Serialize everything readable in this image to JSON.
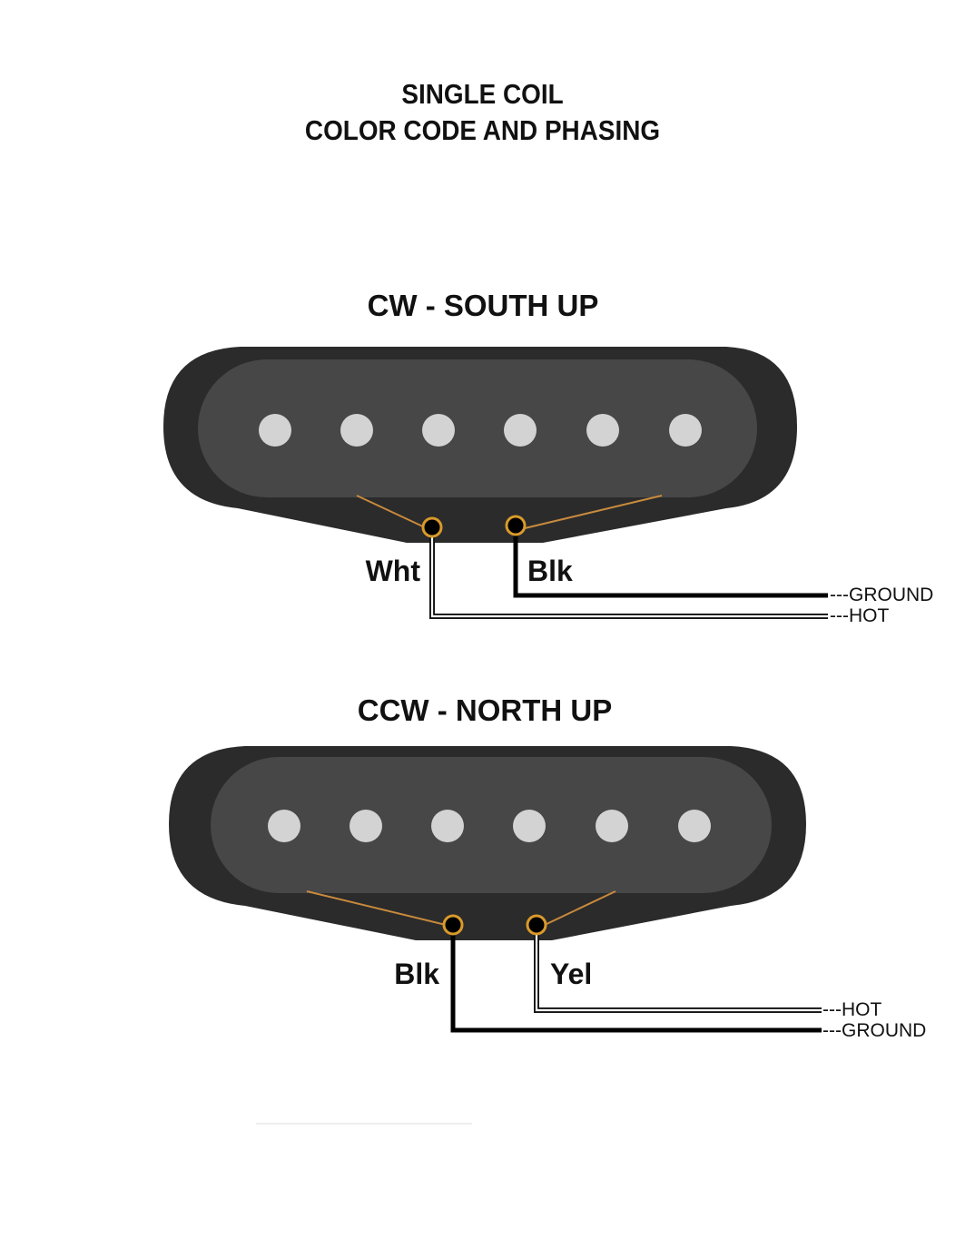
{
  "title": {
    "line1": "SINGLE COIL",
    "line2": "COLOR CODE AND PHASING"
  },
  "colors": {
    "pickup_outer": "#2b2b2b",
    "pickup_inner": "#474747",
    "pole_piece": "#d3d3d3",
    "coil_wire": "#c98a3d",
    "eyelet_ring": "#d99a2b",
    "wire_black": "#000000",
    "wire_white": "#ffffff"
  },
  "pickups": [
    {
      "heading": "CW -  SOUTH UP",
      "pole_count": 6,
      "left_wire_label": "Wht",
      "right_wire_label": "Blk",
      "upper_lead_label": "---GROUND",
      "lower_lead_label": "---HOT"
    },
    {
      "heading": "CCW -  NORTH UP",
      "pole_count": 6,
      "left_wire_label": "Blk",
      "right_wire_label": "Yel",
      "upper_lead_label": "---HOT",
      "lower_lead_label": "---GROUND"
    }
  ]
}
